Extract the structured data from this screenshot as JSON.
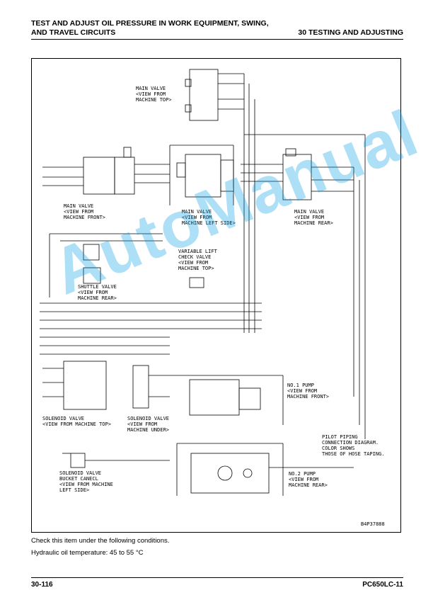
{
  "header": {
    "title_line1": "TEST AND ADJUST OIL PRESSURE IN WORK EQUIPMENT, SWING,",
    "title_line2": "AND TRAVEL CIRCUITS",
    "section": "30 TESTING AND ADJUSTING"
  },
  "diagram": {
    "labels": {
      "main_top": [
        "MAIN VALVE",
        "<VIEW FROM",
        "MACHINE TOP>"
      ],
      "main_front": [
        "MAIN VALVE",
        "<VIEW FROM",
        "MACHINE FRONT>"
      ],
      "main_left": [
        "MAIN VALVE",
        "<VIEW FROM",
        "MACHINE LEFT SIDE>"
      ],
      "main_rear": [
        "MAIN VALVE",
        "<VIEW FROM",
        "MACHINE REAR>"
      ],
      "var_lift": [
        "VARIABLE LIFT",
        "CHECK VALVE",
        "<VIEW FROM",
        "MACHINE TOP>"
      ],
      "shuttle": [
        "SHUTTLE VALVE",
        "<VIEW FROM",
        "MACHINE REAR>"
      ],
      "pump1": [
        "NO.1 PUMP",
        "<VIEW FROM",
        "MACHINE FRONT>"
      ],
      "sol_top": [
        "SOLENOID VALVE",
        "<VIEW FROM MACHINE TOP>"
      ],
      "sol_under": [
        "SOLENOID VALVE",
        "<VIEW FROM",
        "MACHINE UNDER>"
      ],
      "pilot": [
        "PILOT PIPING",
        "CONNECTION DIAGRAM.",
        "COLOR SHOWS",
        "THOSE OF HOSE TAPING."
      ],
      "sol_bucket": [
        "SOLENOID VALVE",
        "BUCKET CANECL",
        "<VIEW FROM MACHINE",
        "LEFT SIDE>"
      ],
      "pump2": [
        "NO.2 PUMP",
        "<VIEW FROM",
        "MACHINE REAR>"
      ]
    },
    "code": "B4P37888"
  },
  "notes": {
    "line1": "Check this item under the following conditions.",
    "line2": "Hydraulic oil temperature: 45 to 55 °C"
  },
  "footer": {
    "page": "30-116",
    "model": "PC650LC-11"
  },
  "watermark": "AutoManual"
}
